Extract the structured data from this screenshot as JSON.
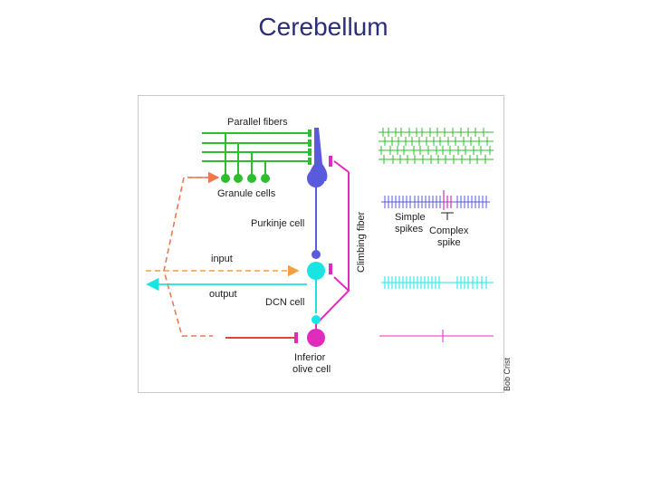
{
  "slide": {
    "title": "Cerebellum"
  },
  "diagram": {
    "labels": {
      "parallel_fibers": "Parallel fibers",
      "granule_cells": "Granule cells",
      "purkinje_cell": "Purkinje cell",
      "climbing_fiber": "Climbing fiber",
      "input": "input",
      "output": "output",
      "dcn_cell": "DCN cell",
      "inferior_olive_line1": "Inferior",
      "inferior_olive_line2": "olive cell",
      "simple_spikes_line1": "Simple",
      "simple_spikes_line2": "spikes",
      "complex_spike_line1": "Complex",
      "complex_spike_line2": "spike"
    },
    "credit": "Bob Crist",
    "colors": {
      "parallel_fibers": "#2ebd2e",
      "purkinje": "#5a5adc",
      "climbing_fiber": "#e02cbc",
      "dcn": "#19e3e3",
      "input": "#f0a040",
      "feedback": "#f07850",
      "inferior_olive_out": "#e84040",
      "title": "#2b2f7a"
    }
  }
}
